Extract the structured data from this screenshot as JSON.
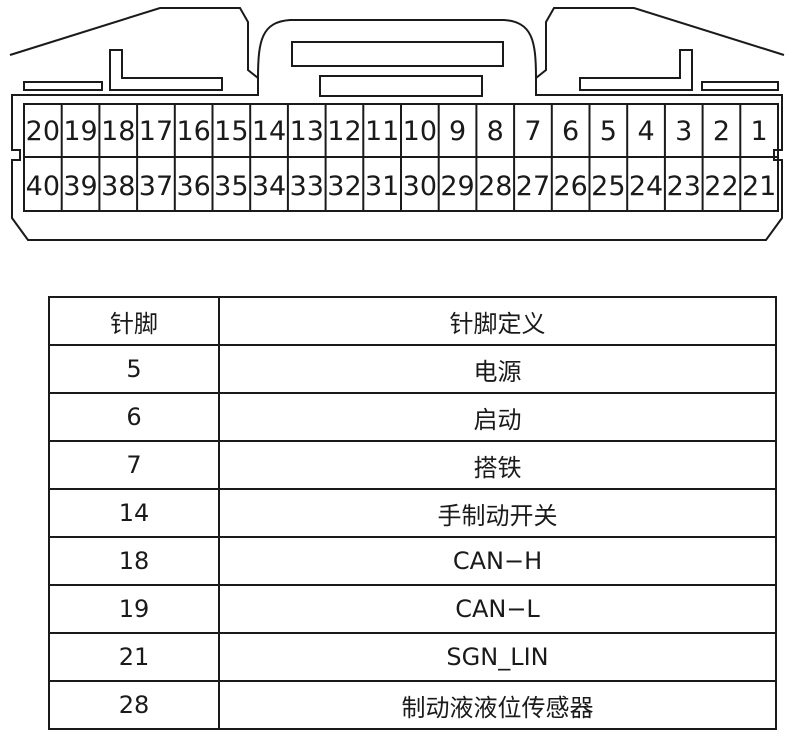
{
  "connector": {
    "top_row_pins": [
      "20",
      "19",
      "18",
      "17",
      "16",
      "15",
      "14",
      "13",
      "12",
      "11",
      "10",
      "9",
      "8",
      "7",
      "6",
      "5",
      "4",
      "3",
      "2",
      "1"
    ],
    "bottom_row_pins": [
      "40",
      "39",
      "38",
      "37",
      "36",
      "35",
      "34",
      "33",
      "32",
      "31",
      "30",
      "29",
      "28",
      "27",
      "26",
      "25",
      "24",
      "23",
      "22",
      "21"
    ]
  },
  "table": {
    "headers": [
      "针脚",
      "针脚定义"
    ],
    "rows": [
      {
        "pin": "5",
        "def": "电源"
      },
      {
        "pin": "6",
        "def": "启动"
      },
      {
        "pin": "7",
        "def": "搭铁"
      },
      {
        "pin": "14",
        "def": "手制动开关"
      },
      {
        "pin": "18",
        "def": "CAN−H"
      },
      {
        "pin": "19",
        "def": "CAN−L"
      },
      {
        "pin": "21",
        "def": "SGN_LIN"
      },
      {
        "pin": "28",
        "def": "制动液液位传感器"
      }
    ]
  }
}
